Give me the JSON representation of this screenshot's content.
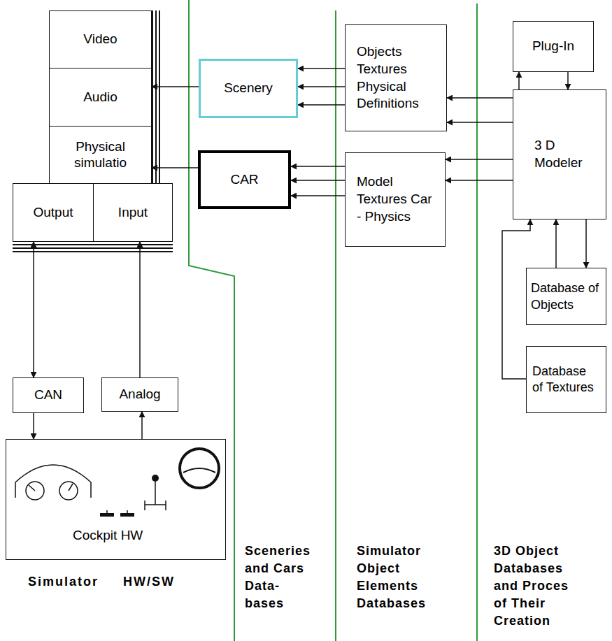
{
  "diagram": {
    "nodes": [
      {
        "text": [
          "Video"
        ]
      },
      {
        "text": [
          "Audio"
        ]
      },
      {
        "text": [
          "Physical simulatio"
        ]
      },
      {
        "text": [
          "Output"
        ]
      },
      {
        "text": [
          "Input"
        ]
      },
      {
        "text": [
          "CAN"
        ]
      },
      {
        "text": [
          "Analog"
        ]
      },
      {
        "text": [
          "Cockpit HW"
        ]
      },
      {
        "text": [
          "Scenery"
        ]
      },
      {
        "text": [
          "CAR"
        ]
      },
      {
        "text": [
          "Objects Textures Physical Definitions"
        ]
      },
      {
        "text": [
          "Model Textures Car - Physics"
        ]
      },
      {
        "text": [
          "Plug-In"
        ]
      },
      {
        "text": [
          "3 D Modeler"
        ]
      },
      {
        "text": [
          "Database of Objects"
        ]
      },
      {
        "text": [
          "Database of Textures"
        ]
      }
    ],
    "edges": [
      {
        "from": 8,
        "to": 1,
        "arrow": "to"
      },
      {
        "from": 9,
        "to": 2,
        "arrow": "to"
      },
      {
        "from": 10,
        "to": 8,
        "arrow": "to"
      },
      {
        "from": 10,
        "to": 8,
        "arrow": "to"
      },
      {
        "from": 10,
        "to": 8,
        "arrow": "to"
      },
      {
        "from": 11,
        "to": 9,
        "arrow": "to"
      },
      {
        "from": 11,
        "to": 9,
        "arrow": "to"
      },
      {
        "from": 11,
        "to": 9,
        "arrow": "to"
      },
      {
        "from": 13,
        "to": 10,
        "arrow": "to"
      },
      {
        "from": 13,
        "to": 10,
        "arrow": "to"
      },
      {
        "from": 13,
        "to": 11,
        "arrow": "to"
      },
      {
        "from": 13,
        "to": 11,
        "arrow": "to"
      },
      {
        "from": 13,
        "to": 12,
        "arrow": "to"
      },
      {
        "from": 12,
        "to": 13,
        "arrow": "to"
      },
      {
        "from": 13,
        "to": 14,
        "arrow": "to"
      },
      {
        "from": 14,
        "to": 13,
        "arrow": "to"
      },
      {
        "from": 15,
        "to": 13,
        "arrow": "to"
      },
      {
        "from": 5,
        "to": 3,
        "arrow": "both"
      },
      {
        "from": 6,
        "to": 4,
        "arrow": "to"
      },
      {
        "from": 5,
        "to": 7,
        "arrow": "to"
      },
      {
        "from": 7,
        "to": 6,
        "arrow": "to"
      }
    ],
    "labels": [
      "Simulator HW/SW",
      "Sceneries and Cars Data- bases",
      "Simulator Object Elements Databases",
      "3D Object Databases and Proces of Their Creation"
    ]
  }
}
